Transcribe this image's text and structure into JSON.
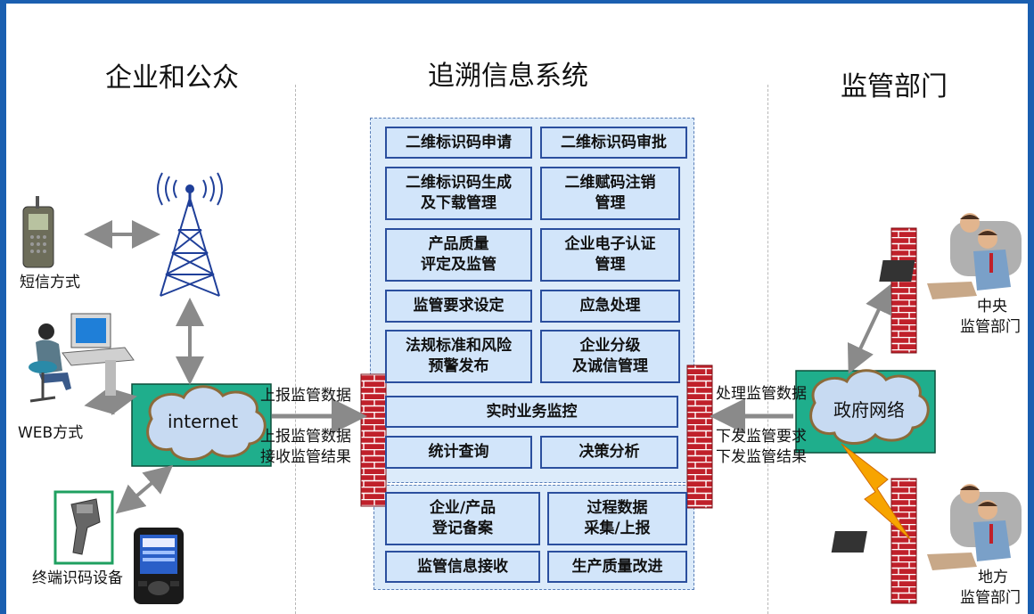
{
  "sections": {
    "left_title": "企业和公众",
    "center_title": "追溯信息系统",
    "right_title": "监管部门"
  },
  "left": {
    "sms_label": "短信方式",
    "web_label": "WEB方式",
    "terminal_label": "终端识码设备",
    "internet_label": "internet"
  },
  "center": {
    "modules_top": [
      "二维标识码申请",
      "二维标识码审批",
      "二维标识码生成\n及下载管理",
      "二维赋码注销\n管理",
      "产品质量\n评定及监管",
      "企业电子认证\n管理",
      "监管要求设定",
      "应急处理",
      "法规标准和风险\n预警发布",
      "企业分级\n及诚信管理"
    ],
    "realtime": "实时业务监控",
    "stats": "统计查询",
    "decision": "决策分析",
    "modules_bottom": [
      "企业/产品\n登记备案",
      "过程数据\n采集/上报",
      "监管信息接收",
      "生产质量改进"
    ]
  },
  "flows": {
    "left_upper": "上报监管数据",
    "left_lower_1": "上报监管数据",
    "left_lower_2": "接收监管结果",
    "right_upper": "处理监管数据",
    "right_lower_1": "下发监管要求",
    "right_lower_2": "下发监管结果"
  },
  "right": {
    "gov_network": "政府网络",
    "central_1": "中央",
    "central_2": "监管部门",
    "local_1": "地方",
    "local_2": "监管部门"
  },
  "colors": {
    "frame": "#1a5fb0",
    "module_fill": "#d2e5fa",
    "module_border": "#2b4f9e",
    "network_bg": "#1fae8c",
    "cloud": "#c7daf2",
    "firewall": "#c0202a",
    "lightning": "#f7a400"
  }
}
